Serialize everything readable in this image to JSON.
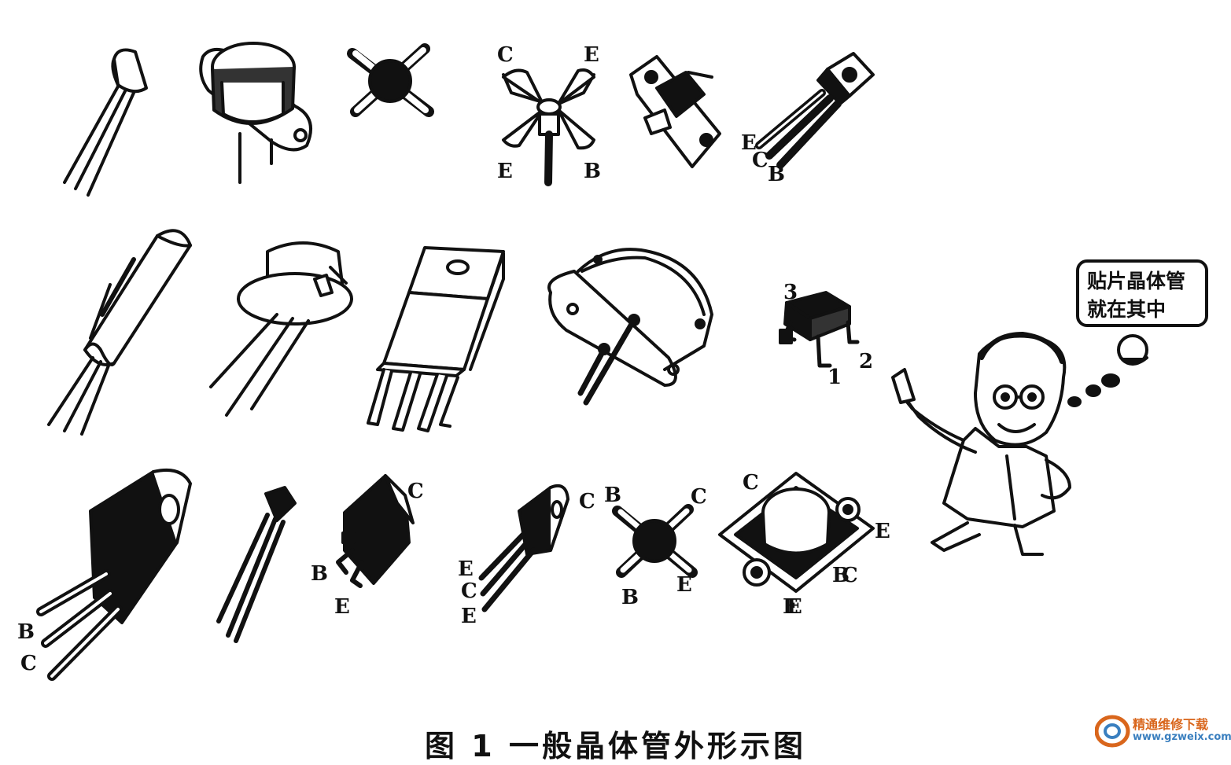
{
  "figure": {
    "caption": "图 1 一般晶体管外形示图",
    "speech_bubble": {
      "line1": "贴片晶体管",
      "line2": "就在其中"
    },
    "watermark": {
      "site_name": "精通维修下载",
      "url": "www.gzweix.com"
    }
  },
  "pin_labels": {
    "row1": [
      "C",
      "E",
      "E",
      "B",
      "E",
      "C",
      "B"
    ],
    "row2_smd": [
      "3",
      "2",
      "1"
    ],
    "row3": [
      "B",
      "C",
      "C",
      "B",
      "E",
      "C",
      "B",
      "C",
      "E",
      "C",
      "E",
      "B",
      "E",
      "C",
      "E",
      "B",
      "E",
      "C",
      "E"
    ]
  },
  "icons": [
    "to92-transistor-icon",
    "to3-can-transistor-icon",
    "rf-x-package-icon",
    "stud-mount-transistor-icon",
    "flange-rf-transistor-icon",
    "to126-transistor-icon",
    "glass-tube-transistor-icon",
    "metal-can-transistor-icon",
    "to220-transistor-icon",
    "to3-power-transistor-icon",
    "sot23-smd-transistor-icon",
    "cartoon-man-icon"
  ]
}
